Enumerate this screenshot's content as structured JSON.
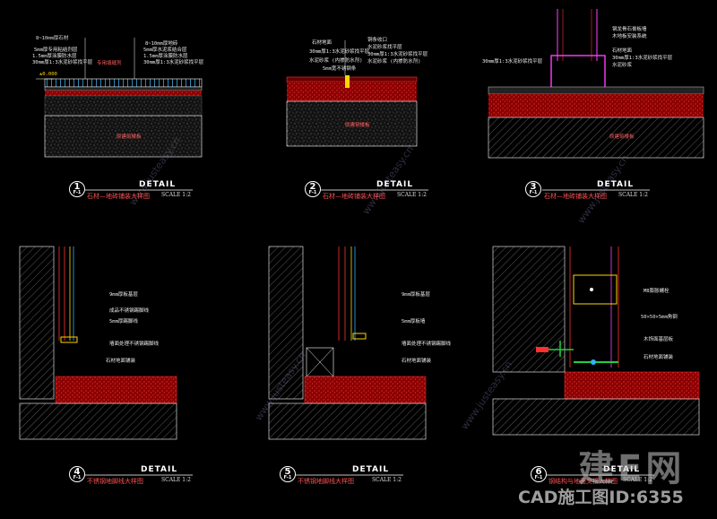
{
  "colors": {
    "background": "#000000",
    "line": "#ffffff",
    "accent_red": "#ff3030",
    "accent_yellow": "#ffd400",
    "accent_green": "#20d040",
    "accent_magenta": "#ff40ff",
    "accent_cyan": "#30b0ff"
  },
  "details": [
    {
      "number": "1",
      "sub": "F-1",
      "detail_word": "DETAIL",
      "title": "石材—地砖铺装大样图",
      "scale": "SCALE  1:2",
      "elevation": "±0.000",
      "labels_left": [
        "8~10mm厚石材",
        "5mm厚专用粘结剂层",
        "1.5mm厚涂膜防水层",
        "30mm厚1:3水泥砂浆找平层"
      ],
      "labels_right": [
        "8~10mm厚地砖",
        "5mm厚水泥浆结合层",
        "1.5mm厚涂膜防水层",
        "30mm厚1:3水泥砂浆找平层"
      ],
      "center_label": "专用填缝剂",
      "slab_label": "原建筑楼板"
    },
    {
      "number": "2",
      "sub": "F-1",
      "detail_word": "DETAIL",
      "title": "石材—地砖铺装大样图",
      "scale": "SCALE  1:2",
      "labels_left": [
        "石材地面",
        "30mm厚1:3水泥砂浆找平层",
        "水泥砂浆 (内掺防水剂)"
      ],
      "labels_right": [
        "铜条收口",
        "水泥砂浆找平层",
        "30mm厚1:3水泥砂浆找平层",
        "水泥砂浆 (内掺防水剂)"
      ],
      "center_label": "5mm宽不锈钢条",
      "slab_label": "原建筑楼板"
    },
    {
      "number": "3",
      "sub": "F-1",
      "detail_word": "DETAIL",
      "title": "石材—地砖铺装大样图",
      "scale": "SCALE  1:2",
      "labels_left": [
        "30mm厚1:3水泥砂浆找平层"
      ],
      "labels_right": [
        "钢龙骨石膏板墙",
        "木地板安装系统",
        "石材地面",
        "30mm厚1:3水泥砂浆找平层",
        "水泥砂浆"
      ],
      "slab_label": "原建筑楼板"
    },
    {
      "number": "4",
      "sub": "F-1",
      "detail_word": "DETAIL",
      "title": "不锈钢地脚线大样图",
      "scale": "SCALE  1:2",
      "labels": [
        "9mm厚板基层",
        "成品不锈钢踢脚线",
        "5mm厚踢脚线",
        "墙面处理不锈钢踢脚线",
        "石材地面铺装"
      ]
    },
    {
      "number": "5",
      "sub": "F-1",
      "detail_word": "DETAIL",
      "title": "不锈钢地脚线大样图",
      "scale": "SCALE  1:2",
      "labels": [
        "9mm厚板基层",
        "5mm厚板墙",
        "墙面处理不锈钢踢脚线",
        "石材地面铺装"
      ]
    },
    {
      "number": "6",
      "sub": "F-1",
      "detail_word": "DETAIL",
      "title": "钢结构与地面交接大样图",
      "scale": "SCALE  1:2",
      "labels": [
        "M8膨胀螺栓",
        "50×50×5mm角钢",
        "木饰面基层板",
        "石材地面铺装"
      ]
    }
  ],
  "watermark": {
    "brand": "建E网",
    "id_text": "CAD施工图ID:6355",
    "diagonal": "www.justeasy.cn",
    "logo_small": "建E网"
  }
}
